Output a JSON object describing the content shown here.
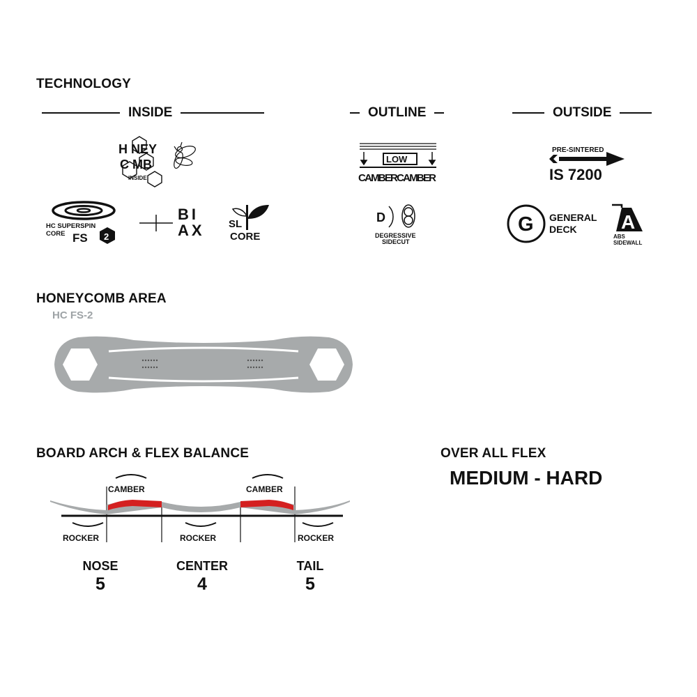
{
  "technology_title": "TECHNOLOGY",
  "sections": {
    "inside": "INSIDE",
    "outline": "OUTLINE",
    "outside": "OUTSIDE"
  },
  "inside": {
    "honeycomb": {
      "line1": "H NEY",
      "line2": "C MB",
      "line3": "INSIDE"
    },
    "superspin": {
      "line1": "HC SUPERSPIN",
      "line2": "CORE",
      "fs": "FS",
      "num": "2"
    },
    "biax": {
      "line1": "BI",
      "line2": "AX"
    },
    "slcore": {
      "line1": "SL",
      "line2": "CORE"
    }
  },
  "outline": {
    "camber": {
      "low": "LOW",
      "bottom": "CAMBERCAMBER"
    },
    "sidecut": {
      "letter": "D",
      "line1": "DEGRESSIVE",
      "line2": "SIDECUT"
    }
  },
  "outside": {
    "base": {
      "line1": "PRE-SINTERED",
      "line2": "IS 7200"
    },
    "deck": {
      "letter": "G",
      "line1": "GENERAL",
      "line2": "DECK"
    },
    "sidewall": {
      "letter": "A",
      "line1": "ABS",
      "line2": "SIDEWALL"
    }
  },
  "honeycomb_area": {
    "title": "HONEYCOMB AREA",
    "subtitle": "HC FS-2"
  },
  "arch": {
    "title": "BOARD ARCH & FLEX BALANCE",
    "camber_label": "CAMBER",
    "rocker_label": "ROCKER",
    "flex": [
      {
        "label": "NOSE",
        "value": "5"
      },
      {
        "label": "CENTER",
        "value": "4"
      },
      {
        "label": "TAIL",
        "value": "5"
      }
    ]
  },
  "overall": {
    "title": "OVER ALL FLEX",
    "value": "MEDIUM - HARD"
  },
  "colors": {
    "ink": "#111111",
    "board_gray": "#a7aaab",
    "camber_red": "#d42020",
    "subtitle_gray": "#9ea3a6"
  }
}
